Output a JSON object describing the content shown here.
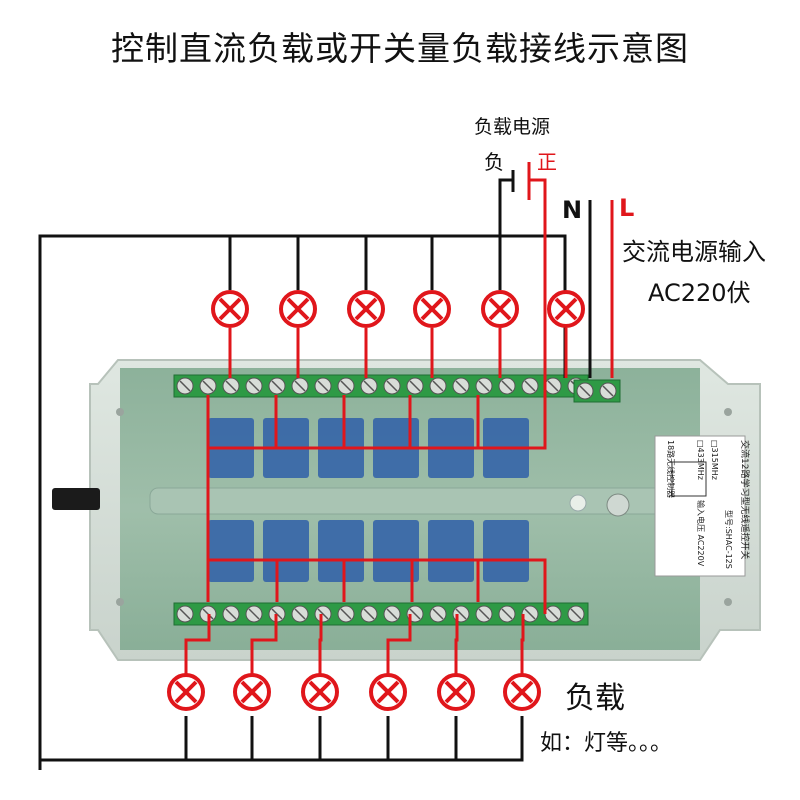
{
  "title": "控制直流负载或开关量负载接线示意图",
  "dc_source": {
    "label": "负载电源",
    "negative": "负",
    "positive": "正"
  },
  "ac_input": {
    "n_label": "N",
    "l_label": "L",
    "label_line1": "交流电源输入",
    "label_line2": "AC220伏"
  },
  "load": {
    "label": "负载",
    "example": "如：灯等。。。"
  },
  "module_label": {
    "title": "交流12路学习型无线遥控开关",
    "model": "型号:SHAC-12S",
    "freq_a": "□315MHz",
    "freq_b": "□433MHz",
    "power": "输入电压 AC220V",
    "channels": "18路无线控制器"
  },
  "colors": {
    "wire_black": "#111111",
    "wire_red": "#e0161b",
    "lamp_red": "#e0161b",
    "terminal_green": "#2e9a45",
    "board_green": "#2e7d52"
  }
}
